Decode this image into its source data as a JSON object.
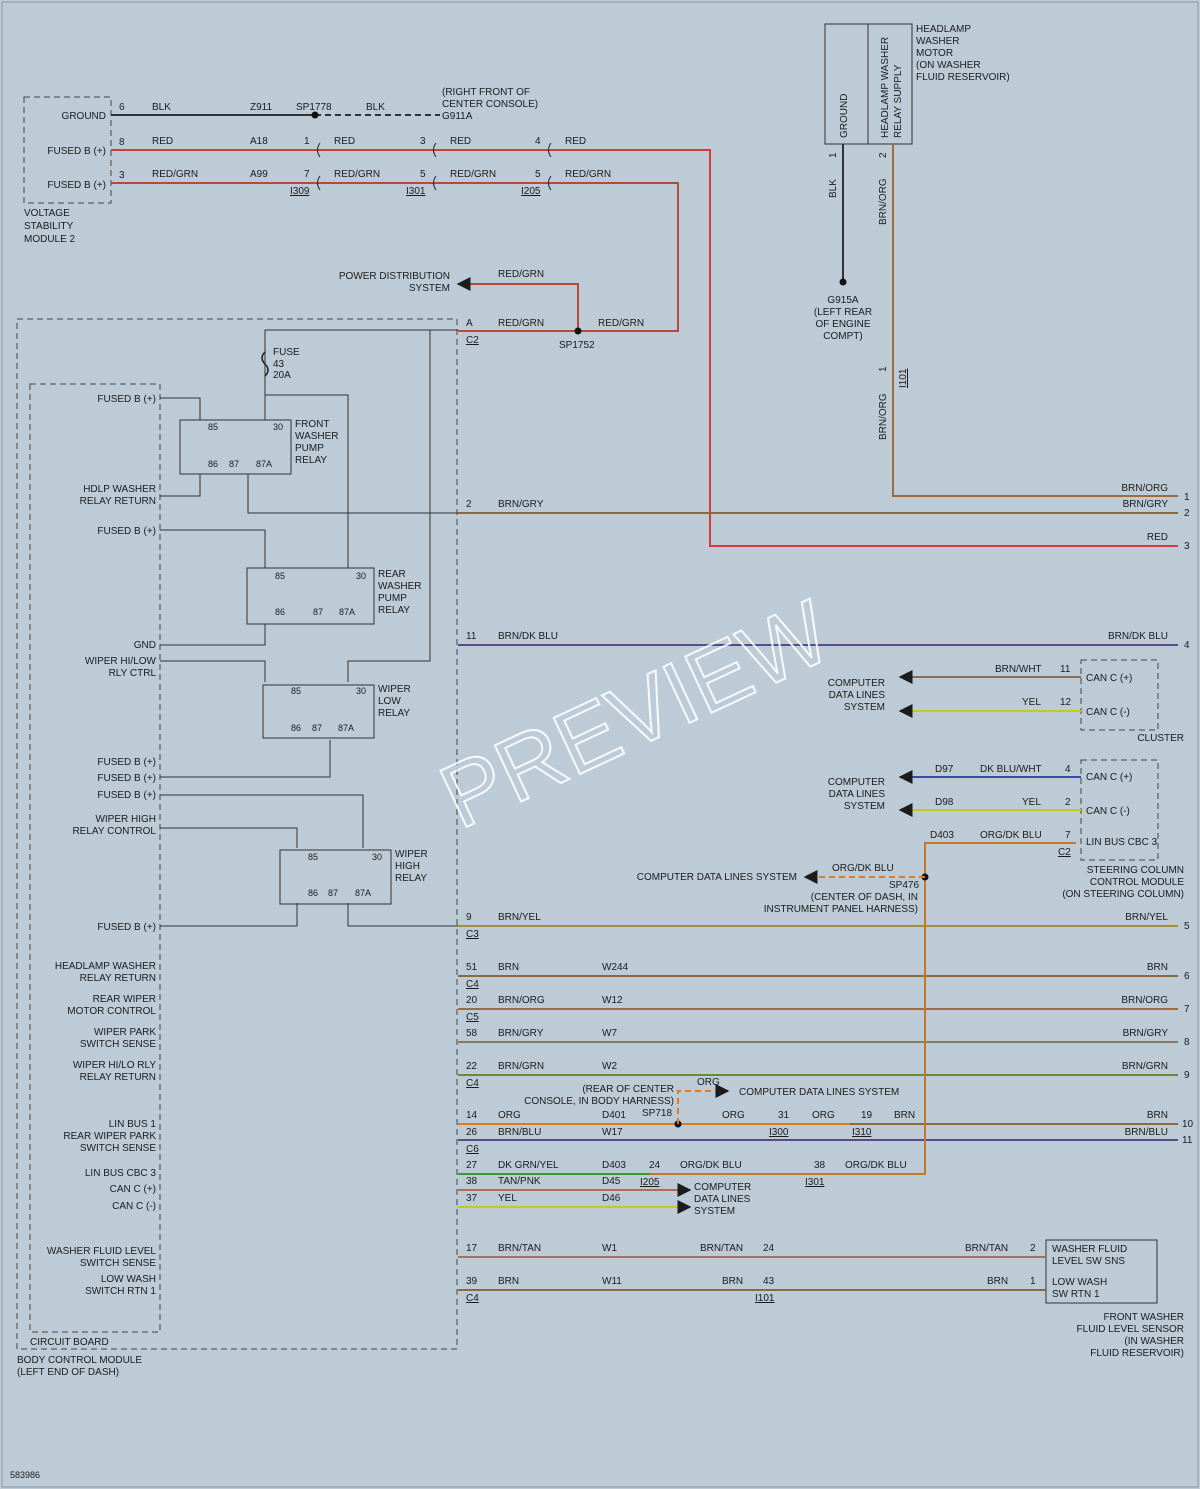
{
  "diagram_id": "583986",
  "watermark": "PREVIEW",
  "colors": {
    "background": "#bccbd6",
    "RED": "#d43a3a",
    "REDGRN": "#b44a3a",
    "BLK": "#333333",
    "BRN": "#8a6a3a",
    "BRNORG": "#a06a3a",
    "YEL": "#c8c818",
    "BLU": "#3a4aa8",
    "ORG": "#e07a1a",
    "GRN": "#3a9a3a",
    "BRNBLU": "#5a4a8a"
  },
  "modules": {
    "vsm": [
      "VOLTAGE",
      "STABILITY",
      "MODULE 2"
    ],
    "bcm": [
      "BODY CONTROL MODULE",
      "(LEFT END OF DASH)"
    ],
    "circuit_board": "CIRCUIT BOARD",
    "washer_motor": [
      "HEADLAMP",
      "WASHER",
      "MOTOR",
      "(ON WASHER",
      "FLUID RESERVOIR)"
    ],
    "cluster": "CLUSTER",
    "sccm": [
      "STEERING COLUMN",
      "CONTROL MODULE",
      "(ON STEERING COLUMN)"
    ],
    "fluid_sensor": [
      "FRONT WASHER",
      "FLUID LEVEL SENSOR",
      "(IN WASHER",
      "FLUID RESERVOIR)"
    ]
  },
  "vsm_pins": [
    {
      "label": "GROUND",
      "pin": "6"
    },
    {
      "label": "FUSED B (+)",
      "pin": "8"
    },
    {
      "label": "FUSED B (+)",
      "pin": "3"
    }
  ],
  "top_wires": {
    "blk": "BLK",
    "z911": "Z911",
    "sp1778": "SP1778",
    "blk2": "BLK",
    "g911a": "G911A",
    "g911a_loc": [
      "(RIGHT FRONT OF",
      "CENTER CONSOLE)"
    ],
    "red": "RED",
    "a18": "A18",
    "redgrn": "RED/GRN",
    "a99": "A99",
    "c1_pin1": "1",
    "c1_pin2": "7",
    "c1_name": "I309",
    "c2_pin1": "3",
    "c2_pin2": "5",
    "c2_name": "I301",
    "c3_pin1": "4",
    "c3_pin2": "5",
    "c3_name": "I205"
  },
  "power_dist": [
    "POWER DISTRIBUTION",
    "SYSTEM"
  ],
  "sp1752": "SP1752",
  "c2_conn": {
    "pin": "A",
    "name": "C2"
  },
  "fuse": [
    "FUSE",
    "43",
    "20A"
  ],
  "relays": {
    "front": [
      "FRONT",
      "WASHER",
      "PUMP",
      "RELAY"
    ],
    "rear": [
      "REAR",
      "WASHER",
      "PUMP",
      "RELAY"
    ],
    "low": [
      "WIPER",
      "LOW",
      "RELAY"
    ],
    "high": [
      "WIPER",
      "HIGH",
      "RELAY"
    ],
    "pins": [
      "85",
      "30",
      "86",
      "87",
      "87A"
    ]
  },
  "bcm_labels": {
    "fb1": "FUSED B (+)",
    "hdlp_return": [
      "HDLP WASHER",
      "RELAY RETURN"
    ],
    "fb2": "FUSED B (+)",
    "gnd": "GND",
    "hilow": [
      "WIPER HI/LOW",
      "RLY CTRL"
    ],
    "fb3": "FUSED B (+)",
    "fb4": "FUSED B (+)",
    "fb5": "FUSED B (+)",
    "high_ctrl": [
      "WIPER HIGH",
      "RELAY CONTROL"
    ],
    "fb6": "FUSED B (+)"
  },
  "motor": {
    "ground": "GROUND",
    "supply": [
      "HEADLAMP WASHER",
      "RELAY SUPPLY"
    ],
    "pin1": "1",
    "pin2": "2",
    "blk": "BLK",
    "brnorg": "BRN/ORG"
  },
  "g915a": [
    "G915A",
    "(LEFT REAR",
    "OF ENGINE",
    "COMPT)"
  ],
  "i101_top": {
    "pin": "1",
    "name": "I101"
  },
  "cluster_pins": [
    {
      "wire": "BRN/WHT",
      "pin": "11",
      "label": "CAN C (+)"
    },
    {
      "wire": "YEL",
      "pin": "12",
      "label": "CAN C (-)"
    }
  ],
  "cdl": [
    "COMPUTER",
    "DATA LINES",
    "SYSTEM"
  ],
  "sccm_pins": [
    {
      "circuit": "D97",
      "wire": "DK BLU/WHT",
      "pin": "4",
      "label": "CAN C (+)"
    },
    {
      "circuit": "D98",
      "wire": "YEL",
      "pin": "2",
      "label": "CAN C (-)"
    },
    {
      "circuit": "D403",
      "wire": "ORG/DK BLU",
      "pin": "7",
      "label": "LIN BUS CBC 3"
    }
  ],
  "sccm_conn": "C2",
  "sp476": {
    "wire": "ORG/DK BLU",
    "name": "SP476",
    "loc": [
      "(CENTER OF DASH, IN",
      "INSTRUMENT PANEL HARNESS)"
    ],
    "system": "COMPUTER DATA LINES SYSTEM"
  },
  "right_outputs": [
    {
      "n": "1",
      "wire": "BRN/ORG"
    },
    {
      "n": "2",
      "wire": "BRN/GRY"
    },
    {
      "n": "3",
      "wire": "RED"
    },
    {
      "n": "4",
      "wire": "BRN/DK BLU"
    },
    {
      "n": "5",
      "wire": "BRN/YEL"
    },
    {
      "n": "6",
      "wire": "BRN"
    },
    {
      "n": "7",
      "wire": "BRN/ORG"
    },
    {
      "n": "8",
      "wire": "BRN/GRY"
    },
    {
      "n": "9",
      "wire": "BRN/GRN"
    },
    {
      "n": "10",
      "wire": "BRN"
    },
    {
      "n": "11",
      "wire": "BRN/BLU"
    }
  ],
  "bcm_rows": [
    {
      "label": [
        "HEADLAMP WASHER",
        "RELAY RETURN"
      ],
      "pin": "51",
      "wire": "BRN",
      "circuit": "W244",
      "conn": "C4"
    },
    {
      "label": [
        "REAR WIPER",
        "MOTOR CONTROL"
      ],
      "pin": "20",
      "wire": "BRN/ORG",
      "circuit": "W12",
      "conn": "C5"
    },
    {
      "label": [
        "WIPER PARK",
        "SWITCH SENSE"
      ],
      "pin": "58",
      "wire": "BRN/GRY",
      "circuit": "W7",
      "conn": ""
    },
    {
      "label": [
        "WIPER HI/LO RLY",
        "RELAY RETURN"
      ],
      "pin": "22",
      "wire": "BRN/GRN",
      "circuit": "W2",
      "conn": "C4"
    }
  ],
  "mid_pins": {
    "p2": "2",
    "w2": "BRN/GRY",
    "p11": "11",
    "w11": "BRN/DK BLU",
    "p9": "9",
    "w9": "BRN/YEL",
    "c3": "C3"
  },
  "lin1": {
    "label": "LIN BUS 1",
    "pin": "14",
    "wire": "ORG",
    "circuit": "D401",
    "sp": "SP718",
    "sp_loc": [
      "(REAR OF CENTER",
      "CONSOLE, IN BODY HARNESS)"
    ],
    "org": "ORG",
    "system": "COMPUTER DATA LINES SYSTEM",
    "w2": "ORG",
    "p31": "31",
    "i300": "I300",
    "w3": "ORG",
    "p19": "19",
    "i310": "I310",
    "w4": "BRN"
  },
  "rwp": {
    "label": [
      "REAR WIPER PARK",
      "SWITCH SENSE"
    ],
    "pin": "26",
    "wire": "BRN/BLU",
    "circuit": "W17",
    "conn": "C6"
  },
  "lincbc": {
    "label": "LIN BUS CBC 3",
    "pin": "27",
    "wire": "DK GRN/YEL",
    "circuit": "D403",
    "p24": "24",
    "w2": "ORG/DK BLU",
    "i205": "I205",
    "p38": "38",
    "i301": "I301",
    "w3": "ORG/DK BLU"
  },
  "canp": {
    "label": "CAN C (+)",
    "pin": "38",
    "wire": "TAN/PNK",
    "circuit": "D45"
  },
  "canm": {
    "label": "CAN C (-)",
    "pin": "37",
    "wire": "YEL",
    "circuit": "D46"
  },
  "wfl": {
    "label": [
      "WASHER FLUID LEVEL",
      "SWITCH SENSE"
    ],
    "pin": "17",
    "wire": "BRN/TAN",
    "circuit": "W1",
    "w2": "BRN/TAN",
    "p24": "24",
    "w3": "BRN/TAN",
    "p2": "2",
    "sensor": [
      "WASHER FLUID",
      "LEVEL SW SNS"
    ]
  },
  "lws": {
    "label": [
      "LOW WASH",
      "SWITCH RTN 1"
    ],
    "pin": "39",
    "wire": "BRN",
    "circuit": "W11",
    "w2": "BRN",
    "p43": "43",
    "i101": "I101",
    "w3": "BRN",
    "p1": "1",
    "conn": "C4",
    "sensor": [
      "LOW WASH",
      "SW RTN 1"
    ]
  }
}
